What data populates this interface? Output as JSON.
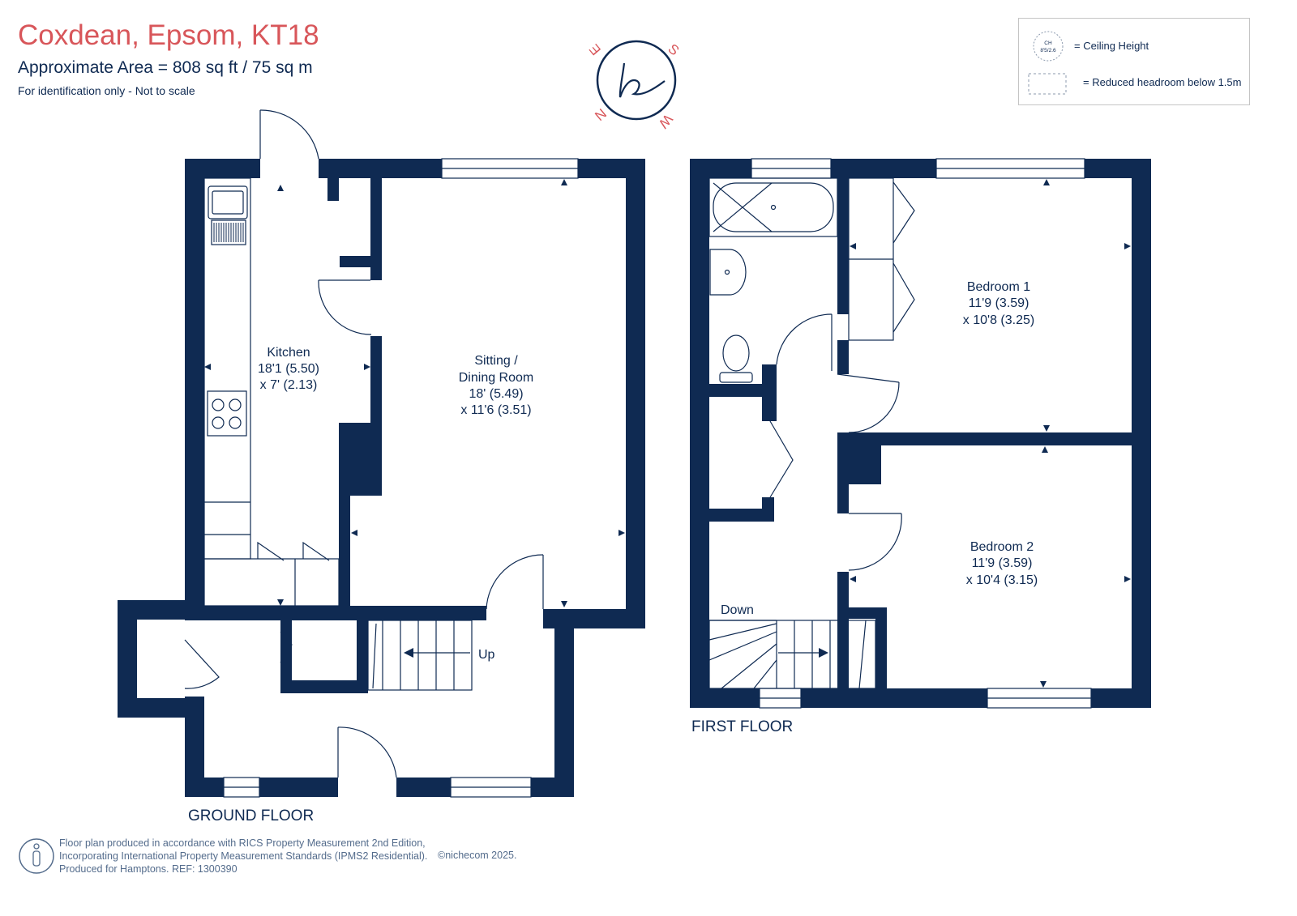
{
  "header": {
    "title": "Coxdean, Epsom, KT18",
    "area": "Approximate Area = 808 sq ft / 75 sq m",
    "note": "For identification only - Not to scale"
  },
  "compass": {
    "letters": [
      "N",
      "E",
      "S",
      "W"
    ]
  },
  "legend": {
    "ceiling_symbol_top": "CH",
    "ceiling_symbol_bottom": "8'5/2.6",
    "ceiling_height": "= Ceiling Height",
    "reduced_headroom": "= Reduced headroom below 1.5m"
  },
  "ground_floor": {
    "label": "GROUND FLOOR",
    "kitchen": {
      "name": "Kitchen",
      "dim1": "18'1 (5.50)",
      "dim2": "x 7' (2.13)"
    },
    "sitting": {
      "name1": "Sitting /",
      "name2": "Dining Room",
      "dim1": "18' (5.49)",
      "dim2": "x 11'6 (3.51)"
    },
    "stairs_label": "Up"
  },
  "first_floor": {
    "label": "FIRST FLOOR",
    "bedroom1": {
      "name": "Bedroom 1",
      "dim1": "11'9 (3.59)",
      "dim2": "x 10'8 (3.25)"
    },
    "bedroom2": {
      "name": "Bedroom 2",
      "dim1": "11'9 (3.59)",
      "dim2": "x 10'4 (3.15)"
    },
    "stairs_label": "Down"
  },
  "footer": {
    "line1": "Floor plan produced in accordance with RICS Property Measurement 2nd Edition,",
    "line2": "Incorporating International Property Measurement Standards (IPMS2 Residential).",
    "line3": "Produced for Hamptons.   REF:  1300390",
    "copyright": "©nichecom 2025."
  },
  "colors": {
    "title": "#d8565a",
    "walls": "#0f2a52",
    "footer": "#546c8c"
  }
}
